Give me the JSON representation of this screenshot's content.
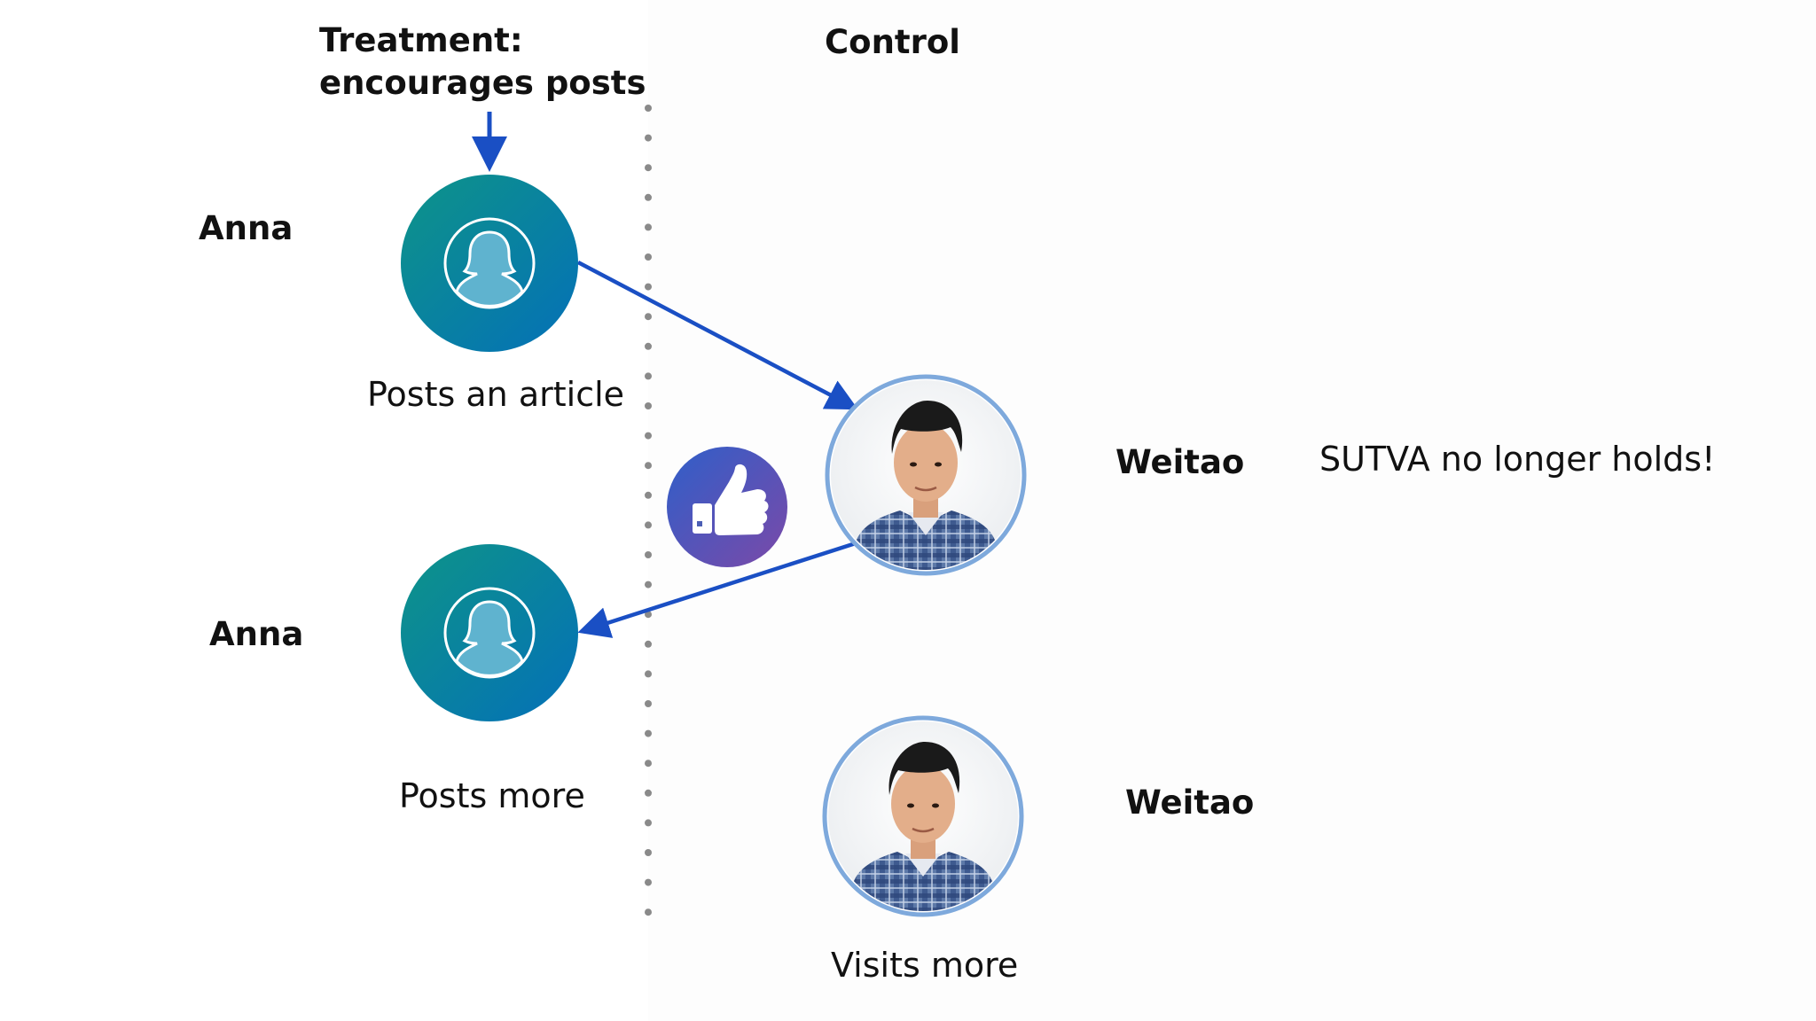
{
  "header": {
    "treatment_line1": "Treatment:",
    "treatment_line2": "encourages posts",
    "control": "Control"
  },
  "nodes": {
    "anna_top": {
      "name": "Anna",
      "caption": "Posts an article"
    },
    "anna_bottom": {
      "name": "Anna",
      "caption": "Posts more"
    },
    "weitao_top": {
      "name": "Weitao"
    },
    "weitao_bottom": {
      "name": "Weitao",
      "caption": "Visits more"
    }
  },
  "note": "SUTVA no longer holds!",
  "icons": {
    "anna": "female-user-icon",
    "weitao": "user-photo-avatar",
    "like": "thumbs-up-icon"
  },
  "colors": {
    "arrow": "#1a4fc4",
    "anna_gradient_start": "#0e9488",
    "anna_gradient_end": "#0470b8",
    "avatar_ring": "#7ea9dc",
    "like_gradient_start": "#2f5fc9",
    "like_gradient_end": "#7b49a8",
    "divider_dots": "#8a8a8a"
  }
}
